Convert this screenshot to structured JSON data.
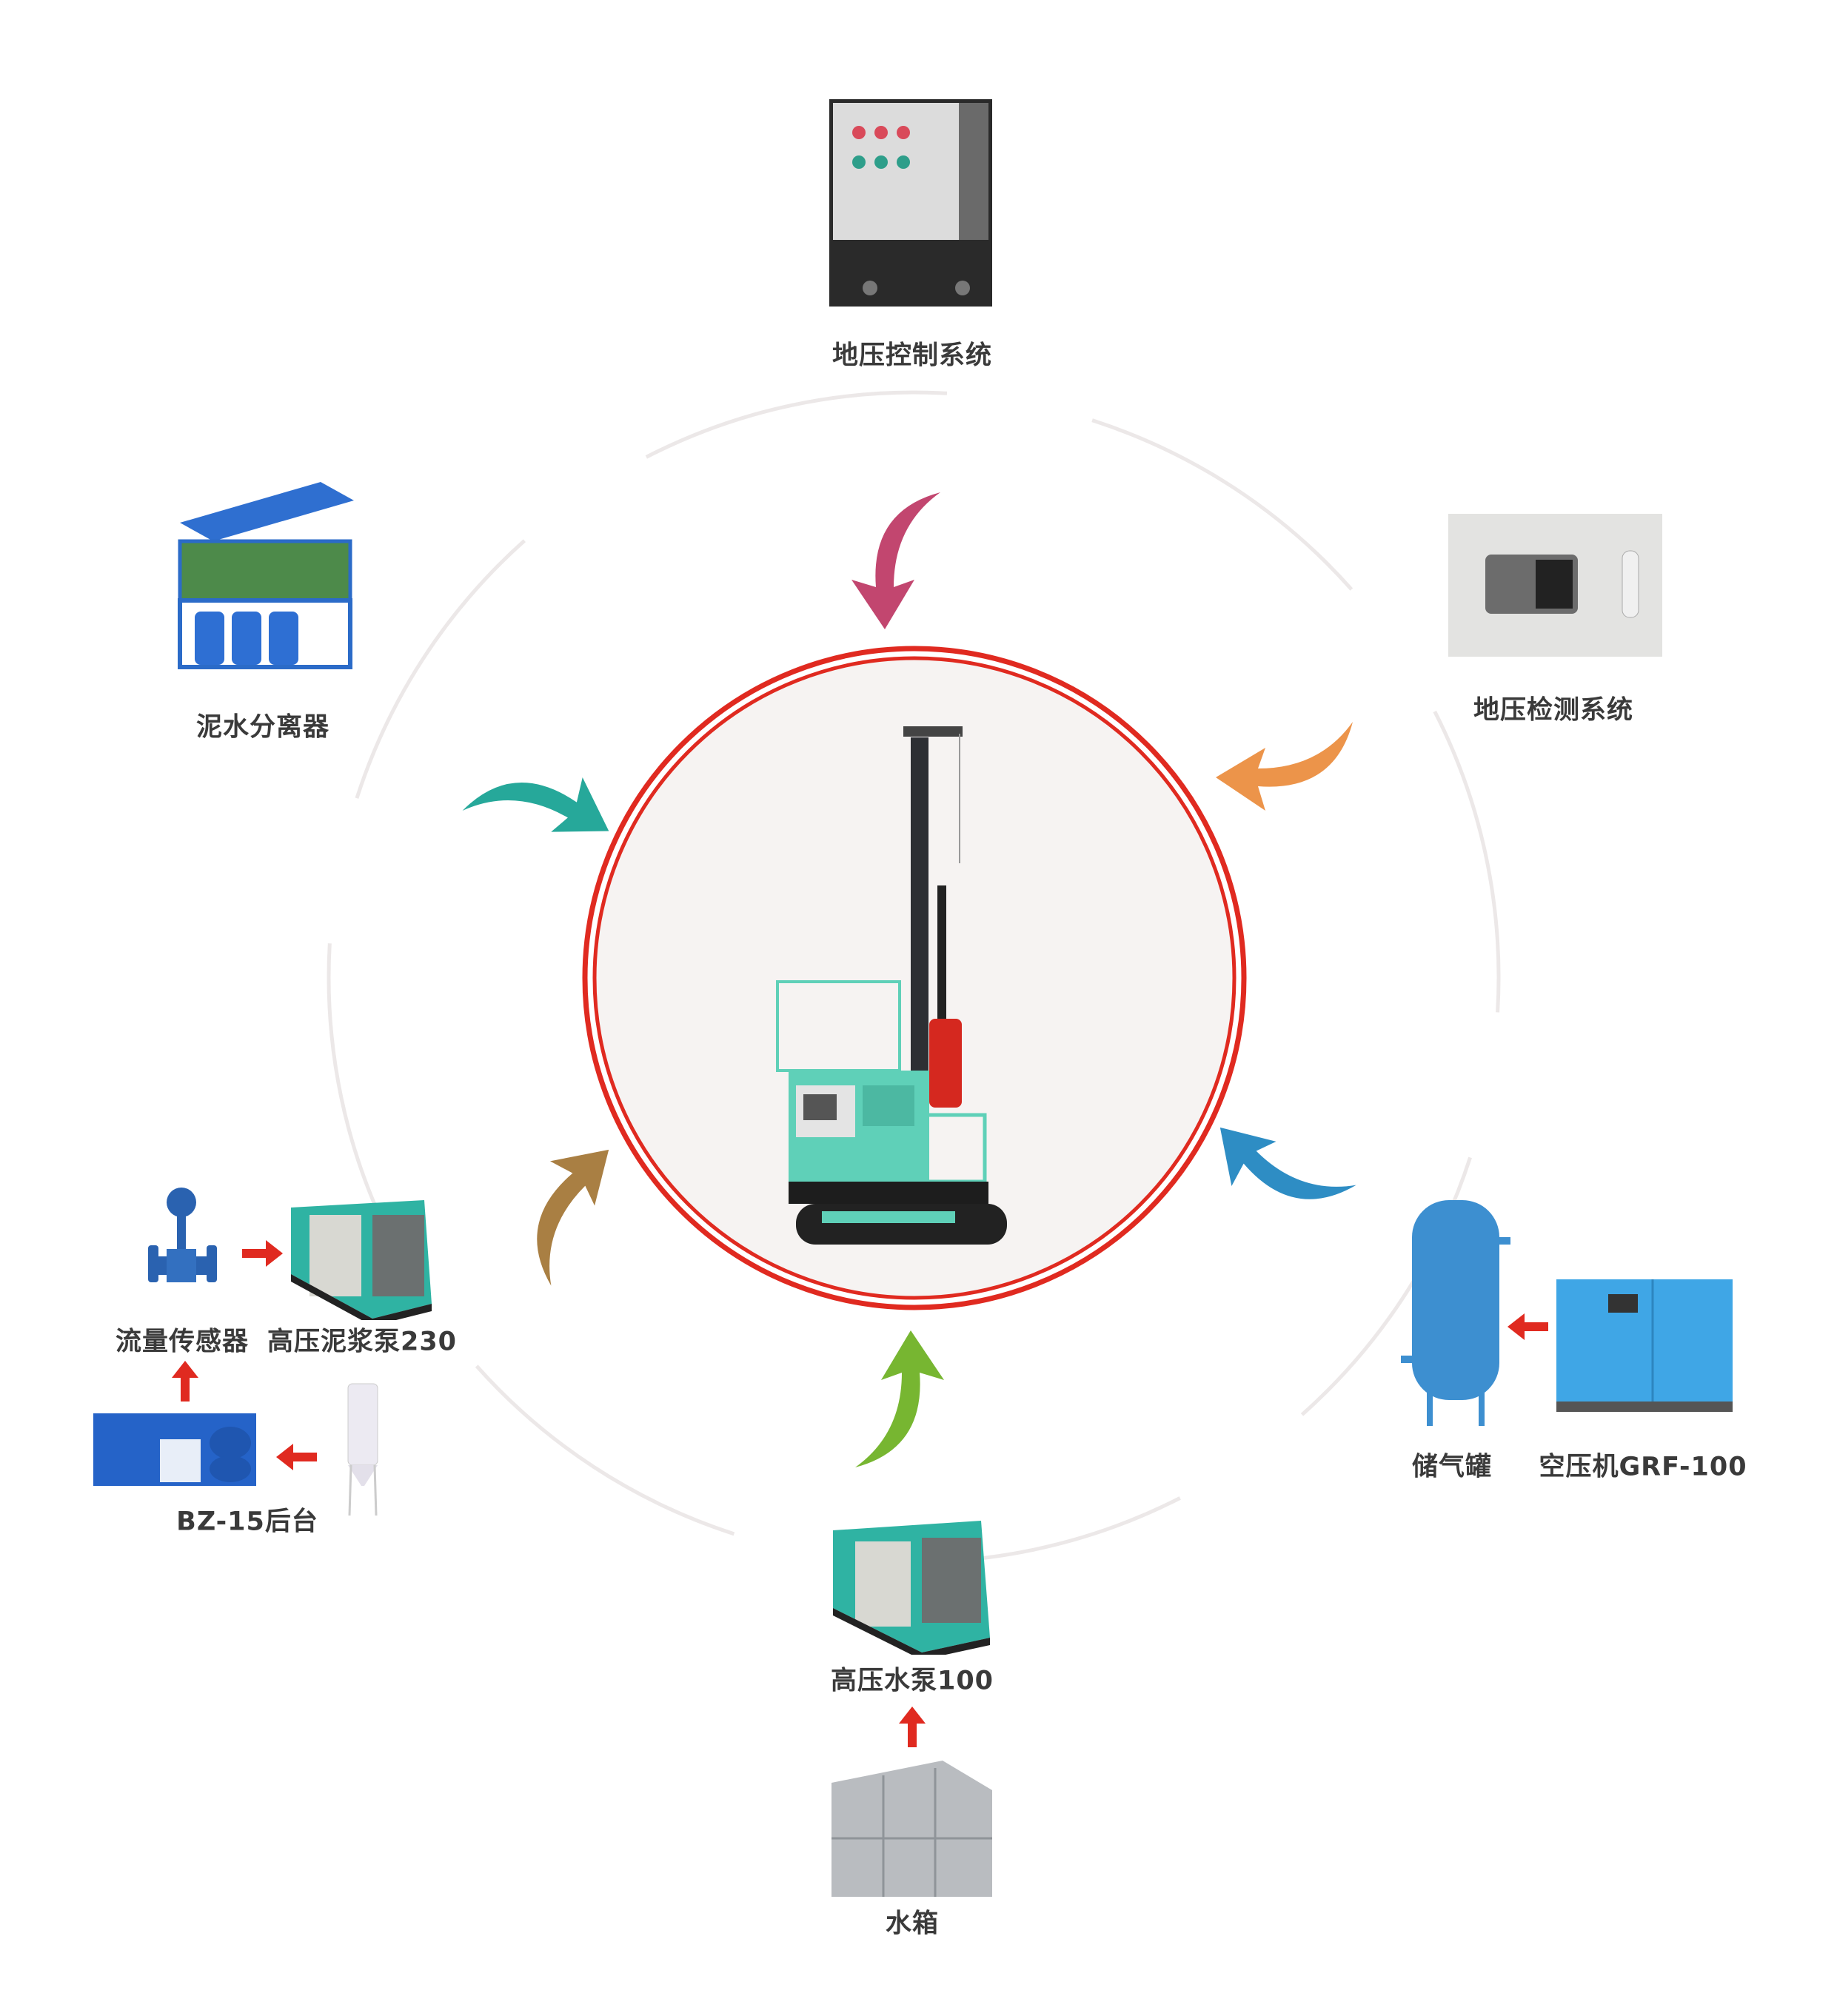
{
  "center": {
    "name": "drilling-rig"
  },
  "components": {
    "ground_pressure_control": "地压控制系统",
    "ground_pressure_detection": "地压检测系统",
    "mud_water_separator": "泥水分离器",
    "flow_sensor": "流量传感器",
    "hp_mud_pump": "高压泥浆泵230",
    "bz_station": "BZ-15后台",
    "air_tank": "储气罐",
    "air_compressor": "空压机GRF-100",
    "hp_water_pump": "高压水泵100",
    "water_tank": "水箱"
  },
  "colors": {
    "ring": "#e02a20",
    "arrow_pink": "#c2466f",
    "arrow_orange": "#ec944a",
    "arrow_teal": "#26a89a",
    "arrow_blue": "#2e8dc4",
    "arrow_brown": "#a97f43",
    "arrow_green": "#77b631",
    "flow_arrow": "#e02a20"
  }
}
